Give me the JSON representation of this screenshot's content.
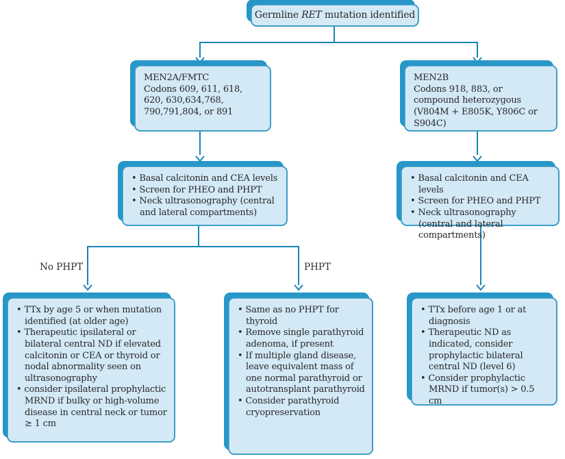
{
  "palette": {
    "box_fill": "#d3e9f6",
    "box_border": "#3d9dc8",
    "box_extrude": "#2697c8",
    "connector_line": "#1884b6",
    "text": "#272727"
  },
  "root_box": {
    "prefix": "Germline ",
    "gene": "RET",
    "suffix": " mutation identified"
  },
  "men2a_box": {
    "title": "MEN2A/FMTC",
    "codons": "Codons 609, 611, 618, 620, 630,634,768, 790,791,804, or 891"
  },
  "men2b_box": {
    "title": "MEN2B",
    "codons": "Codons 918, 883, or compound heterozygous (V804M + E805K, Y806C or S904C)"
  },
  "workup_left_box": {
    "items": [
      "Basal calcitonin and CEA levels",
      "Screen for PHEO and PHPT",
      "Neck ultrasonography (central and lateral compartments)"
    ]
  },
  "workup_right_box": {
    "items": [
      "Basal calcitonin and CEA levels",
      "Screen for PHEO and PHPT",
      "Neck ultrasonography (central and lateral compartments)"
    ]
  },
  "branch_labels": {
    "no_phpt": "No PHPT",
    "phpt": "PHPT"
  },
  "outcome_no_phpt_box": {
    "items": [
      "TTx by age 5 or when mutation identified (at older age)",
      "Therapeutic ipsilateral or bilateral central ND if elevated calcitonin or CEA or thyroid or nodal abnormality seen on ultrasonography",
      "consider ipsilateral prophylactic MRND if bulky or high-volume disease in central neck or tumor ≥ 1 cm"
    ]
  },
  "outcome_phpt_box": {
    "items": [
      "Same as no PHPT for thyroid",
      "Remove single parathyroid adenoma, if present",
      "If multiple gland disease, leave equivalent mass of one normal parathyroid or autotransplant parathyroid",
      "Consider parathyroid cryopreservation"
    ]
  },
  "outcome_men2b_box": {
    "items": [
      "TTx before age 1 or at diagnosis",
      "Therapeutic ND as indicated, consider prophylactic bilateral central ND (level 6)",
      "Consider prophylactic MRND if tumor(s) > 0.5 cm"
    ]
  }
}
